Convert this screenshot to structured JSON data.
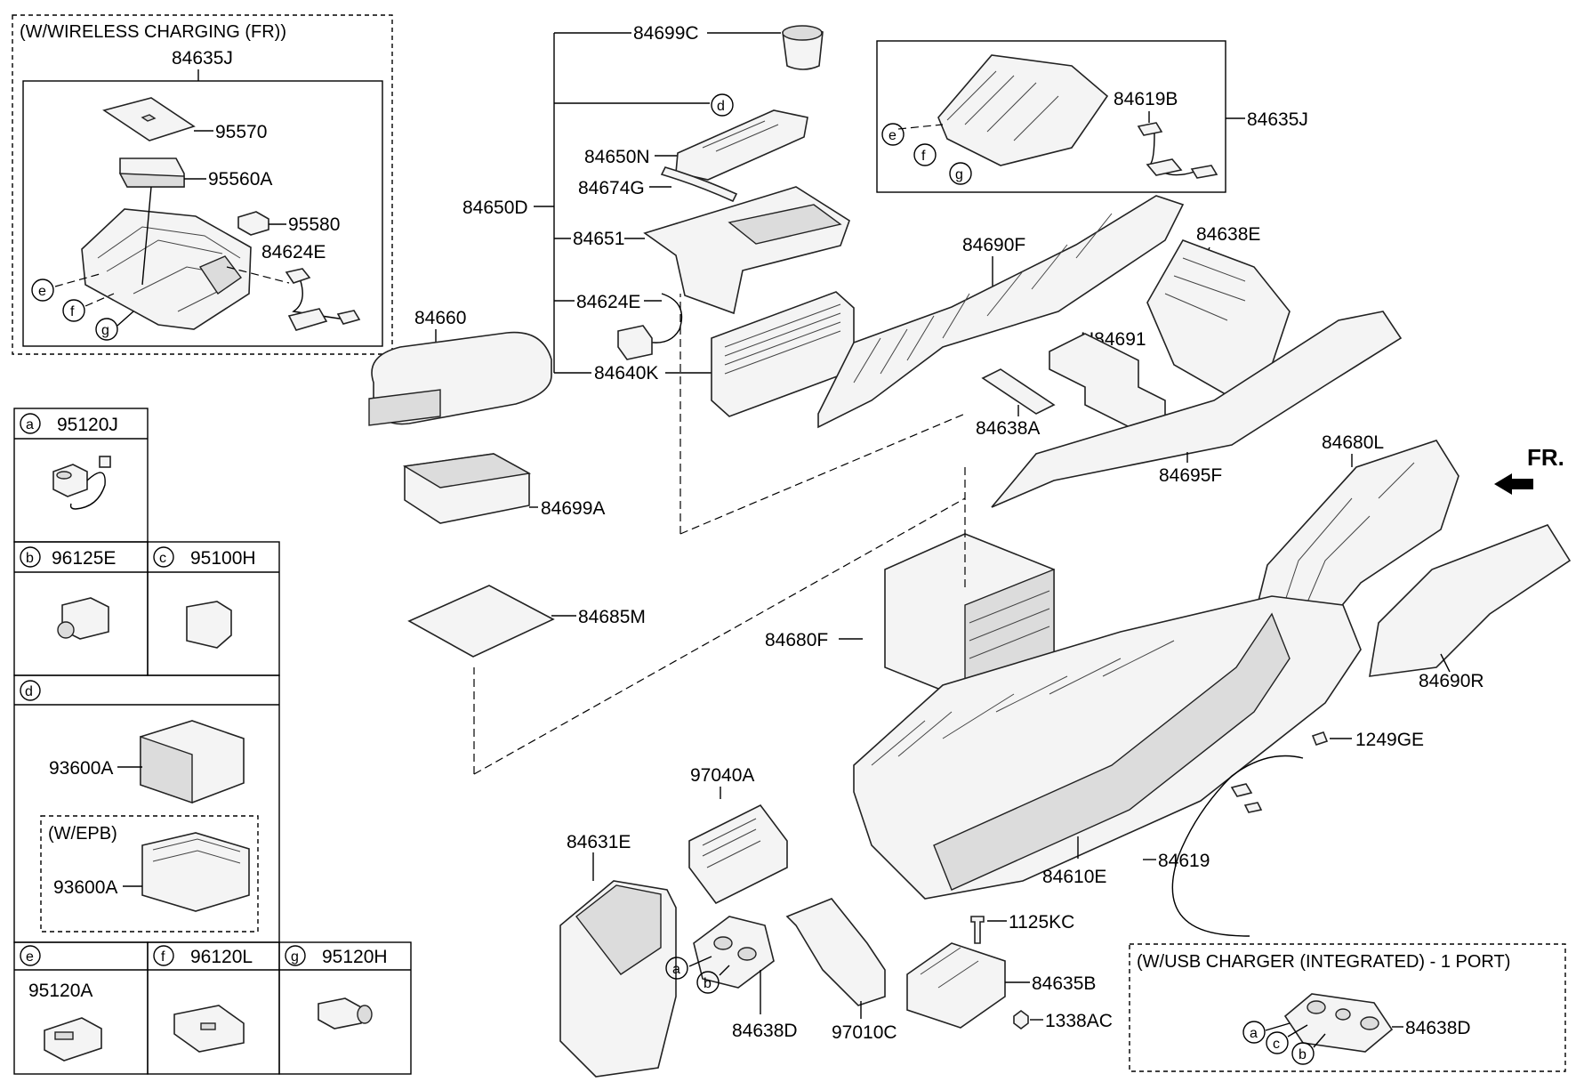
{
  "callouts": {
    "p84699C": "84699C",
    "p84650N": "84650N",
    "p84674G": "84674G",
    "p84650D": "84650D",
    "p84651": "84651",
    "p84624E_main": "84624E",
    "p84640K": "84640K",
    "p84660": "84660",
    "p84699A": "84699A",
    "p84685M": "84685M",
    "p84619B": "84619B",
    "p84635J_top": "84635J",
    "p84638E": "84638E",
    "p84690F": "84690F",
    "pH84691": "H84691",
    "p84638A": "84638A",
    "p84695F": "84695F",
    "p84680L": "84680L",
    "pFR": "FR.",
    "p84680F": "84680F",
    "p84690R": "84690R",
    "p1249GE": "1249GE",
    "p97040A": "97040A",
    "p84631E": "84631E",
    "p84610E": "84610E",
    "p84619": "84619",
    "p1125KC": "1125KC",
    "p84635B": "84635B",
    "p1338AC": "1338AC",
    "p84638D_main": "84638D",
    "p97010C": "97010C",
    "p84638D_usb": "84638D"
  },
  "wireless_box": {
    "title": "(W/WIRELESS CHARGING (FR))",
    "assembly": "84635J",
    "parts": [
      "95570",
      "95560A",
      "95580",
      "84624E"
    ]
  },
  "usb_box": {
    "title": "(W/USB CHARGER (INTEGRATED) - 1 PORT)"
  },
  "legend": {
    "a": {
      "letter": "a",
      "part": "95120J"
    },
    "b": {
      "letter": "b",
      "part": "96125E"
    },
    "c": {
      "letter": "c",
      "part": "95100H"
    },
    "d": {
      "letter": "d",
      "part": "93600A"
    },
    "d_epb": {
      "title": "(W/EPB)",
      "part": "93600A"
    },
    "e": {
      "letter": "e",
      "part": "95120A"
    },
    "f": {
      "letter": "f",
      "part": "96120L"
    },
    "g": {
      "letter": "g",
      "part": "95120H"
    }
  },
  "markers": {
    "a": "a",
    "b": "b",
    "c": "c",
    "d": "d",
    "e": "e",
    "f": "f",
    "g": "g"
  }
}
